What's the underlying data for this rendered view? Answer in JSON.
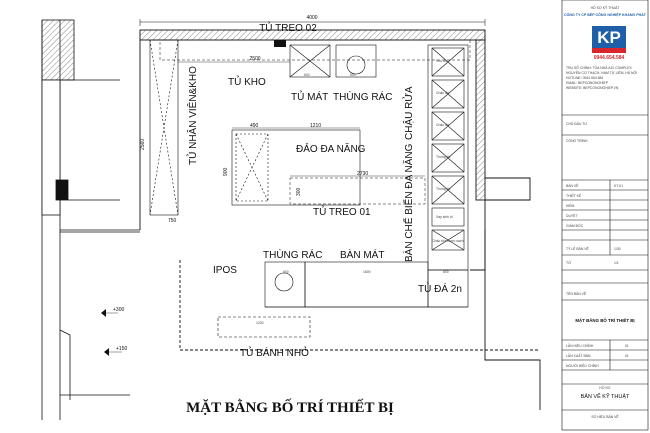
{
  "drawing": {
    "title": "MẶT BẰNG BỐ TRÍ THIẾT BỊ",
    "labels": {
      "tu_treo_02": "TỦ TREO 02",
      "tu_kho": "TỦ KHO",
      "tu_mat": "TỦ MÁT",
      "thung_rac_top": "THÙNG RÁC",
      "chau_rua": "CHẬU RỬA",
      "tu_nhan_vien": "TỦ NHÂN VIÊN&KHO",
      "dao_da_nang": "ĐẢO ĐA NĂNG",
      "tu_treo_01": "TỦ TREO 01",
      "ban_che_bien": "BÀN CHẾ BIẾN ĐA NĂNG",
      "thung_rac_bottom": "THÙNG RÁC",
      "ban_mat": "BÀN MÁT",
      "ipos": "IPOS",
      "tu_da": "TỦ ĐÁ 2n",
      "tu_banh_nho": "TỦ BÁNH NHỎ"
    },
    "dims": {
      "d4000": "4000",
      "d2500": "2500",
      "d600a": "600",
      "d600b": "600",
      "d490": "490",
      "d1210": "1210",
      "d2560": "2560",
      "d900": "900",
      "d300": "300",
      "d2730": "2730",
      "d750": "750",
      "d600c": "600",
      "d1600": "1600",
      "d600d": "600",
      "d1200": "1200",
      "lv300": "+300",
      "lv150": "+150"
    },
    "small": {
      "kho_do": "Kho đồ",
      "chau_da1": "Chậu đá",
      "chau_da2": "Chậu đá",
      "thung_da1": "Thùng đá",
      "thung_da2": "Thùng đá",
      "xay_sinh_to": "Xay sinh tố",
      "chau_rua_nuoc_sach": "Chậu rửa nước sạch"
    }
  },
  "company": {
    "logo": "KP",
    "header_line": "HỒ SƠ KỸ THUẬT",
    "name": "CÔNG TY CP BẾP CÔNG NGHIỆP KHANG PHÁT",
    "hotline": "0944.654.584",
    "info1": "TRỤ SỞ CHÍNH: TÒA NHÀ A10 COMPLEX",
    "info2": "NGUYỄN CƠ THẠCH, NAM TỪ LIÊM, HÀ NỘI",
    "info3": "HOTLINE: 0944 654 584",
    "info4": "EMAIL: BEPCONGNGHIEP",
    "info5": "WEBSITE: BEPCONGNGHIEP.VN"
  },
  "titleblock": {
    "chu_dau_tu": "CHỦ ĐẦU TƯ",
    "cong_trinh": "CÔNG TRÌNH",
    "rows": [
      {
        "label": "BẢN VẼ",
        "value": "KT-01"
      },
      {
        "label": "THIẾT KẾ",
        "value": ""
      },
      {
        "label": "KIỂM",
        "value": ""
      },
      {
        "label": "DUYỆT",
        "value": ""
      },
      {
        "label": "GIÁM ĐỐC",
        "value": ""
      }
    ],
    "scale_label": "TỶ LỆ BẢN VẼ",
    "scale_value": "1/30",
    "sheet_label": "TỜ",
    "sheet_value": "1/1",
    "ten_ban_ve": "TÊN BẢN VẼ",
    "drawing_name": "MẶT BẰNG BỐ TRÍ THIẾT BỊ",
    "lan_hieu_chinh": "LẦN HIỆU CHỈNH",
    "lan_xuat_ban": "LẦN XUẤT BẢN",
    "nguoi_hieu_chinh": "NGƯỜI HIỆU CHỈNH",
    "v01": "01",
    "v02": "01",
    "ho_so": "HỒ SƠ",
    "ban_ve_ky_thuat": "BẢN VẼ KỸ THUẬT",
    "so_hieu": "SỐ HIỆU BẢN VẼ"
  },
  "colors": {
    "logo_blue": "#1f5fa8",
    "logo_red": "#d8262c",
    "line": "#111111"
  }
}
